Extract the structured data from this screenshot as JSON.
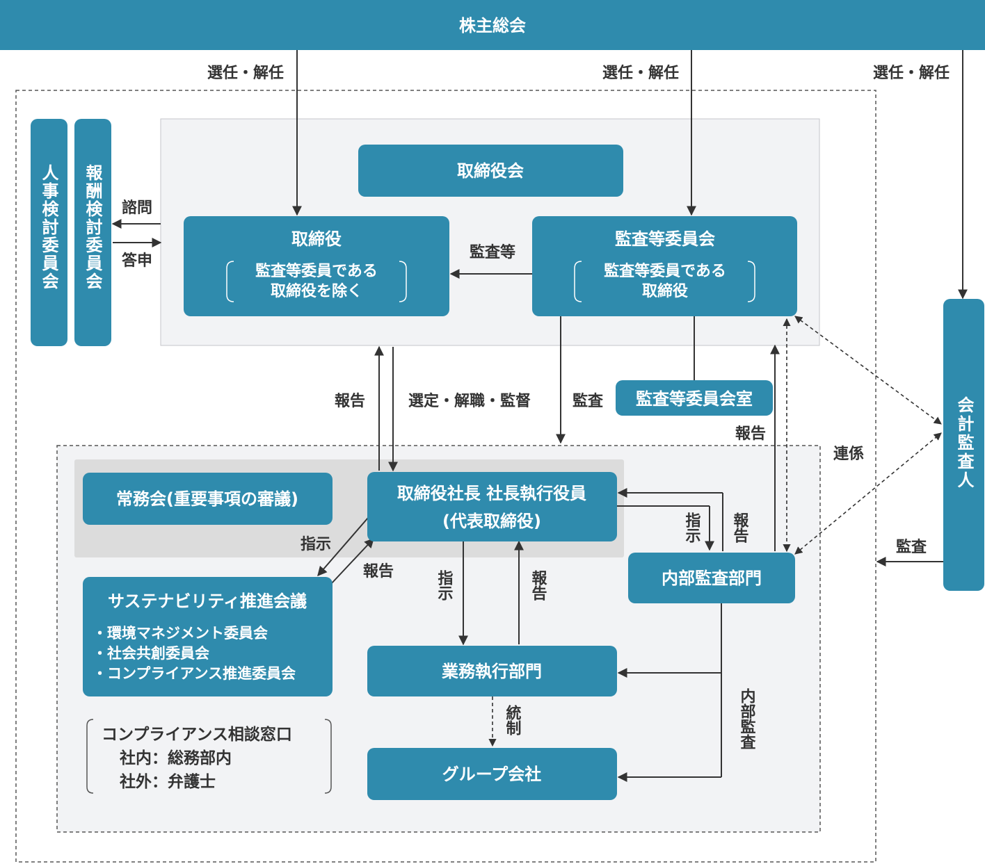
{
  "colors": {
    "box": "#2f8bad",
    "panel": "#f2f3f5",
    "exec_panel": "#dcdcdc",
    "line": "#333333",
    "white": "#ffffff"
  },
  "shareholders": "株主総会",
  "elect1": "選任・解任",
  "elect2": "選任・解任",
  "elect3": "選任・解任",
  "board": "取締役会",
  "directors": {
    "title": "取締役",
    "line1": "監査等委員である",
    "line2": "取締役を除く"
  },
  "audit_committee": {
    "title": "監査等委員会",
    "line1": "監査等委員である",
    "line2": "取締役"
  },
  "audit_label": "監査等",
  "nomination": "人事検討委員会",
  "compensation": "報酬検討委員会",
  "consult": "諮問",
  "answer": "答申",
  "report_up": "報告",
  "appoint": "選定・解職・監督",
  "audit_down": "監査",
  "committee_office": "監査等委員会室",
  "report_internal": "報告",
  "renkei": "連係",
  "accounting_auditor": "会計監査人",
  "audit_external": "監査",
  "jomu": "常務会(重要事項の審議)",
  "president": {
    "line1": "取締役社長  社長執行役員",
    "line2": "(代表取締役)"
  },
  "instruct_left": "指示",
  "report_left": "報告",
  "sustain": {
    "title": "サステナビリティ推進会議",
    "items": [
      "・環境マネジメント委員会",
      "・社会共創委員会",
      "・コンプライアンス推進委員会"
    ]
  },
  "instruct_mid": "指示",
  "report_mid": "報告",
  "instruct_right": "指示",
  "report_right": "報告",
  "internal_audit": "内部監査部門",
  "business": "業務執行部門",
  "control": "統制",
  "group": "グループ会社",
  "internal_audit_label": "内部監査",
  "hotline": {
    "title": "コンプライアンス相談窓口",
    "inside": "社内：総務部内",
    "outside": "社外：弁護士"
  }
}
